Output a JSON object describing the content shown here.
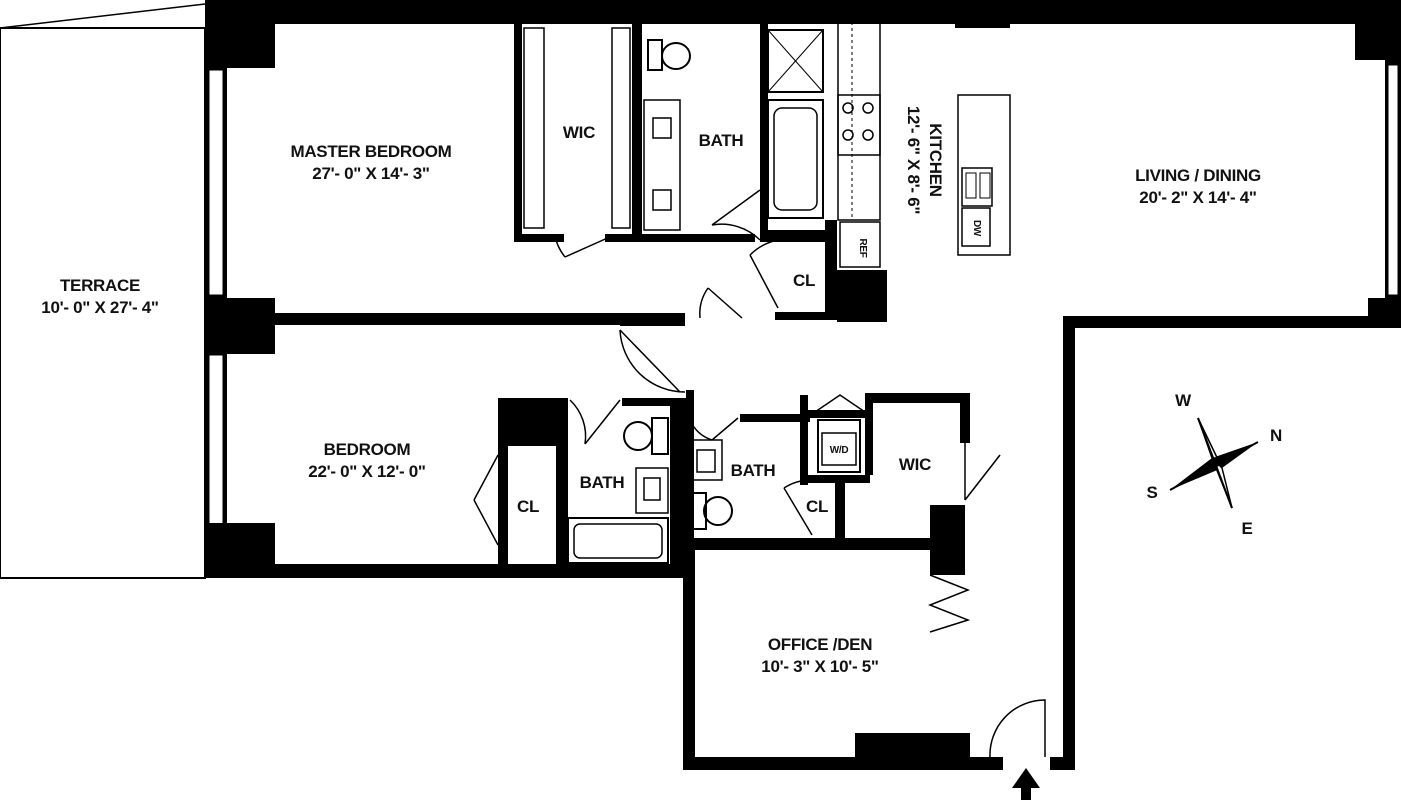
{
  "rooms": {
    "terrace": {
      "name": "TERRACE",
      "dims": "10'- 0\" X 27'- 4\""
    },
    "master_bedroom": {
      "name": "MASTER BEDROOM",
      "dims": "27'- 0\" X 14'- 3\""
    },
    "master_wic": {
      "name": "WIC"
    },
    "master_bath": {
      "name": "BATH"
    },
    "master_cl": {
      "name": "CL"
    },
    "kitchen": {
      "name": "KITCHEN",
      "dims": "12'- 6\" X 8'- 6\""
    },
    "living_dining": {
      "name": "LIVING / DINING",
      "dims": "20'- 2\" X 14'- 4\""
    },
    "bedroom": {
      "name": "BEDROOM",
      "dims": "22'- 0\" X 12'- 0\""
    },
    "bedroom_cl": {
      "name": "CL"
    },
    "bedroom_bath": {
      "name": "BATH"
    },
    "hall_bath": {
      "name": "BATH"
    },
    "hall_cl": {
      "name": "CL"
    },
    "office_wic": {
      "name": "WIC"
    },
    "office_den": {
      "name": "OFFICE /DEN",
      "dims": "10'- 3\" X 10'- 5\""
    }
  },
  "appliances": {
    "washer_dryer": "W/D",
    "dishwasher": "DW",
    "refrigerator": "REF"
  },
  "compass": {
    "w": "W",
    "n": "N",
    "s": "S",
    "e": "E"
  }
}
